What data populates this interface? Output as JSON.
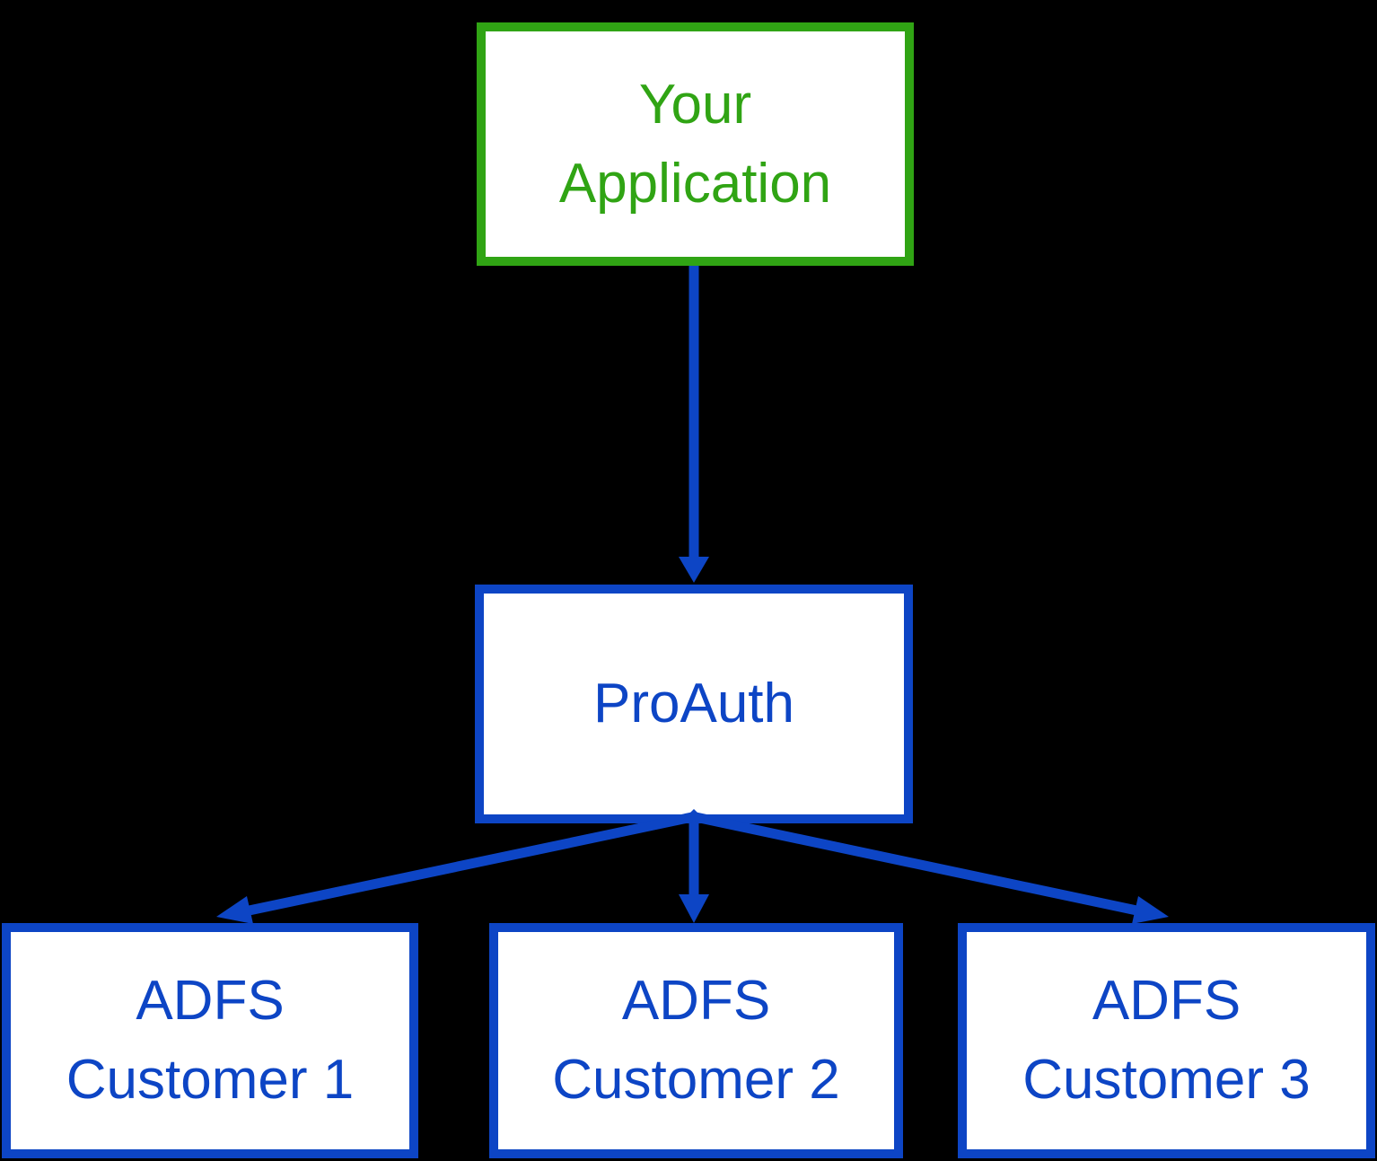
{
  "diagram": {
    "background_color": "#000000",
    "node_fill_color": "#FFFFFF",
    "application_accent_color": "#30A414",
    "flow_accent_color": "#0D45C5",
    "nodes": {
      "application": {
        "lines": [
          "Your",
          "Application"
        ]
      },
      "proauth": {
        "lines": [
          "ProAuth"
        ]
      },
      "adfs_customer_1": {
        "lines": [
          "ADFS",
          "Customer 1"
        ]
      },
      "adfs_customer_2": {
        "lines": [
          "ADFS",
          "Customer 2"
        ]
      },
      "adfs_customer_3": {
        "lines": [
          "ADFS",
          "Customer 3"
        ]
      }
    },
    "connectors": [
      {
        "name": "application-to-proauth"
      },
      {
        "name": "proauth-to-adfs-customer-1"
      },
      {
        "name": "proauth-to-adfs-customer-2"
      },
      {
        "name": "proauth-to-adfs-customer-3"
      }
    ]
  }
}
